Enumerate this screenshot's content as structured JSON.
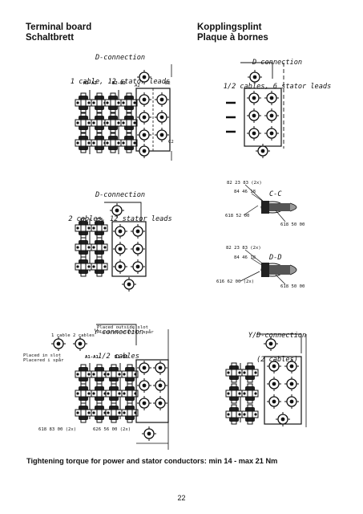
{
  "header": {
    "left_line1": "Terminal  board",
    "left_line2": "Schaltbrett",
    "right_line1": "Kopplingsplint",
    "right_line2": "Plaque à bornes"
  },
  "diagrams": {
    "d1": {
      "line1": "D-connection",
      "line2": "1 cable, 12 stator leads",
      "labels": [
        "A2-A2",
        "B2-B2",
        "A2",
        "B2",
        "C2"
      ]
    },
    "d2": {
      "line1": "D-connection",
      "line2": "1/2 cables, 6 stator leads"
    },
    "d3": {
      "line1": "D-connection",
      "line2": "2 cables, 12 stator leads"
    },
    "cc": {
      "title": "C-C",
      "part1": "82 23 83 (2x)",
      "part2": "84 46 18",
      "part3": "618 52 00",
      "part4": "618 50 00"
    },
    "dd": {
      "title": "D-D",
      "part1": "82 23 83 (2x)",
      "part2": "84 46 18",
      "part3": "616 62 00 (2x)",
      "part4": "618 50 00"
    },
    "y1": {
      "line1": "Y-connection",
      "line2": "1/2 cables",
      "note1": "Placed outside slot",
      "note2": "Placered utanför spår",
      "cable1": "1 cable",
      "cable2": "2 cables",
      "slot1": "Placed in slot",
      "slot2": "Placered i spår",
      "pair1": "A1-A1",
      "pair2": "B1-B1",
      "part1": "618 83 00 (2x)",
      "part2": "626 56 00 (2x)"
    },
    "yd": {
      "line1": "Y/D-connection",
      "line2": "(2 cables)"
    }
  },
  "footer": {
    "torque": "Tightening torque for power and stator conductors: min 14 - max 21 Nm",
    "page_number": "22"
  }
}
